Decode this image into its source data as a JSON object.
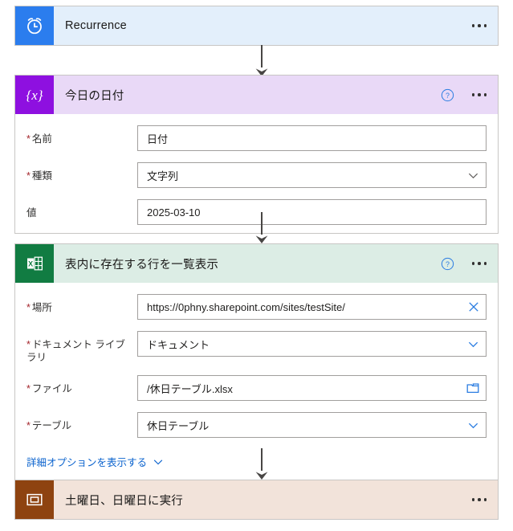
{
  "flow": {
    "steps": [
      {
        "id": "recurrence",
        "title": "Recurrence",
        "icon": "alarm-clock-icon",
        "tile_color": "#2B7DEE",
        "band_color": "#E3EFFB",
        "has_help": false,
        "has_body": false
      },
      {
        "id": "initialize-variable",
        "title": "今日の日付",
        "icon": "variable-braces-icon",
        "tile_color": "#8E10E0",
        "band_color": "#E9D9F7",
        "has_help": true,
        "has_body": true,
        "fields": [
          {
            "label": "名前",
            "required": true,
            "value": "日付",
            "control": "text"
          },
          {
            "label": "種類",
            "required": true,
            "value": "文字列",
            "control": "dropdown"
          },
          {
            "label": "値",
            "required": false,
            "value": "2025-03-10",
            "control": "text"
          }
        ]
      },
      {
        "id": "list-rows-present-in-table",
        "title": "表内に存在する行を一覧表示",
        "icon": "excel-icon",
        "tile_color": "#117C42",
        "band_color": "#DCEDE5",
        "has_help": true,
        "has_body": true,
        "fields": [
          {
            "label": "場所",
            "required": true,
            "value": "https://0phny.sharepoint.com/sites/testSite/",
            "control": "clearable"
          },
          {
            "label": "ドキュメント ライブラリ",
            "required": true,
            "value": "ドキュメント",
            "control": "dropdown"
          },
          {
            "label": "ファイル",
            "required": true,
            "value": "/休日テーブル.xlsx",
            "control": "file-picker"
          },
          {
            "label": "テーブル",
            "required": true,
            "value": "休日テーブル",
            "control": "dropdown"
          }
        ],
        "advanced_link": "詳細オプションを表示する"
      },
      {
        "id": "scope-weekend",
        "title": "土曜日、日曜日に実行",
        "icon": "scope-box-icon",
        "tile_color": "#8E4310",
        "band_color": "#F2E3DA",
        "has_help": false,
        "has_body": false
      }
    ],
    "colors": {
      "connector": "#484644",
      "required_asterisk": "#a4262c",
      "link_blue": "#0b63ce",
      "input_border": "#a19f9d",
      "card_border": "#c8c6c4"
    }
  }
}
